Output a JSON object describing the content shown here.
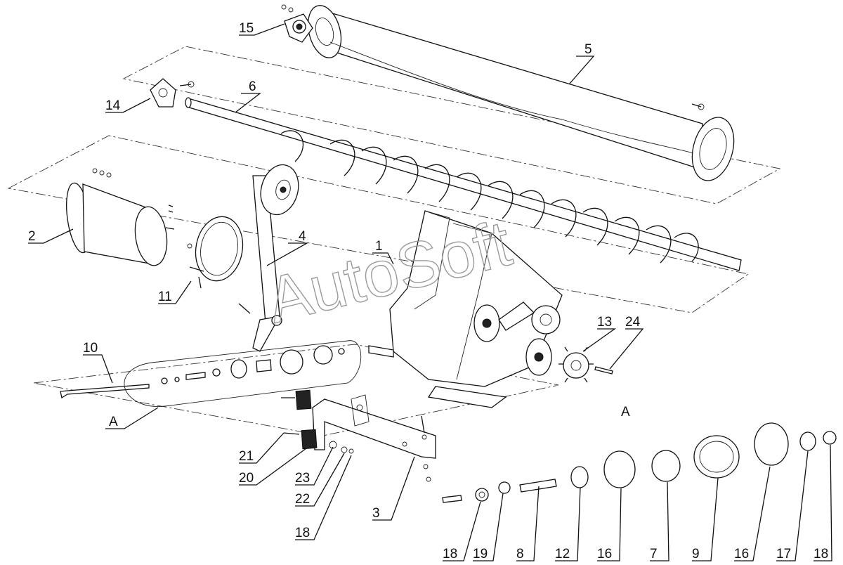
{
  "watermark": "AutoSoft",
  "view_label": "A",
  "callouts": {
    "c1": "1",
    "c2": "2",
    "c3": "3",
    "c4": "4",
    "c5": "5",
    "c6": "6",
    "c10": "10",
    "c11": "11",
    "c13": "13",
    "c14": "14",
    "c15": "15",
    "c20": "20",
    "c21": "21",
    "c22": "22",
    "c23": "23",
    "c24": "24",
    "c18a": "18",
    "cA": "A",
    "b18a": "18",
    "b19": "19",
    "b8": "8",
    "b12": "12",
    "b16a": "16",
    "b7": "7",
    "b9": "9",
    "b16b": "16",
    "b17": "17",
    "b18b": "18"
  }
}
